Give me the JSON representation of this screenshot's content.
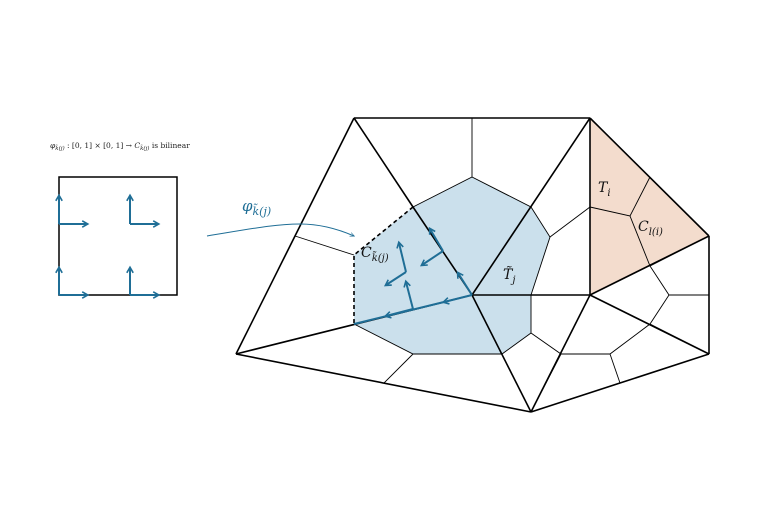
{
  "caption": {
    "phi_symbol": "φ",
    "phi_subscript": "k̃(j)",
    "mid": " : [0, 1] × [0, 1] → ",
    "c_symbol": "C",
    "c_subscript": "k̃(j)",
    "tail": " is bilinear"
  },
  "map_label": {
    "symbol": "φ",
    "subscript": "k̃(j)"
  },
  "labels": {
    "c_kj": {
      "symbol": "C",
      "subscript": "k̃(j)"
    },
    "t_j": {
      "symbol": "T̃",
      "subscript": "j"
    },
    "t_i": {
      "symbol": "T",
      "subscript": "i"
    },
    "c_li": {
      "symbol": "C",
      "subscript": "l(i)"
    }
  },
  "colors": {
    "blue_fill": "#cbe0ec",
    "blue_stroke": "#1f6e96",
    "orange_fill": "#f3dccd",
    "line": "#000000"
  }
}
